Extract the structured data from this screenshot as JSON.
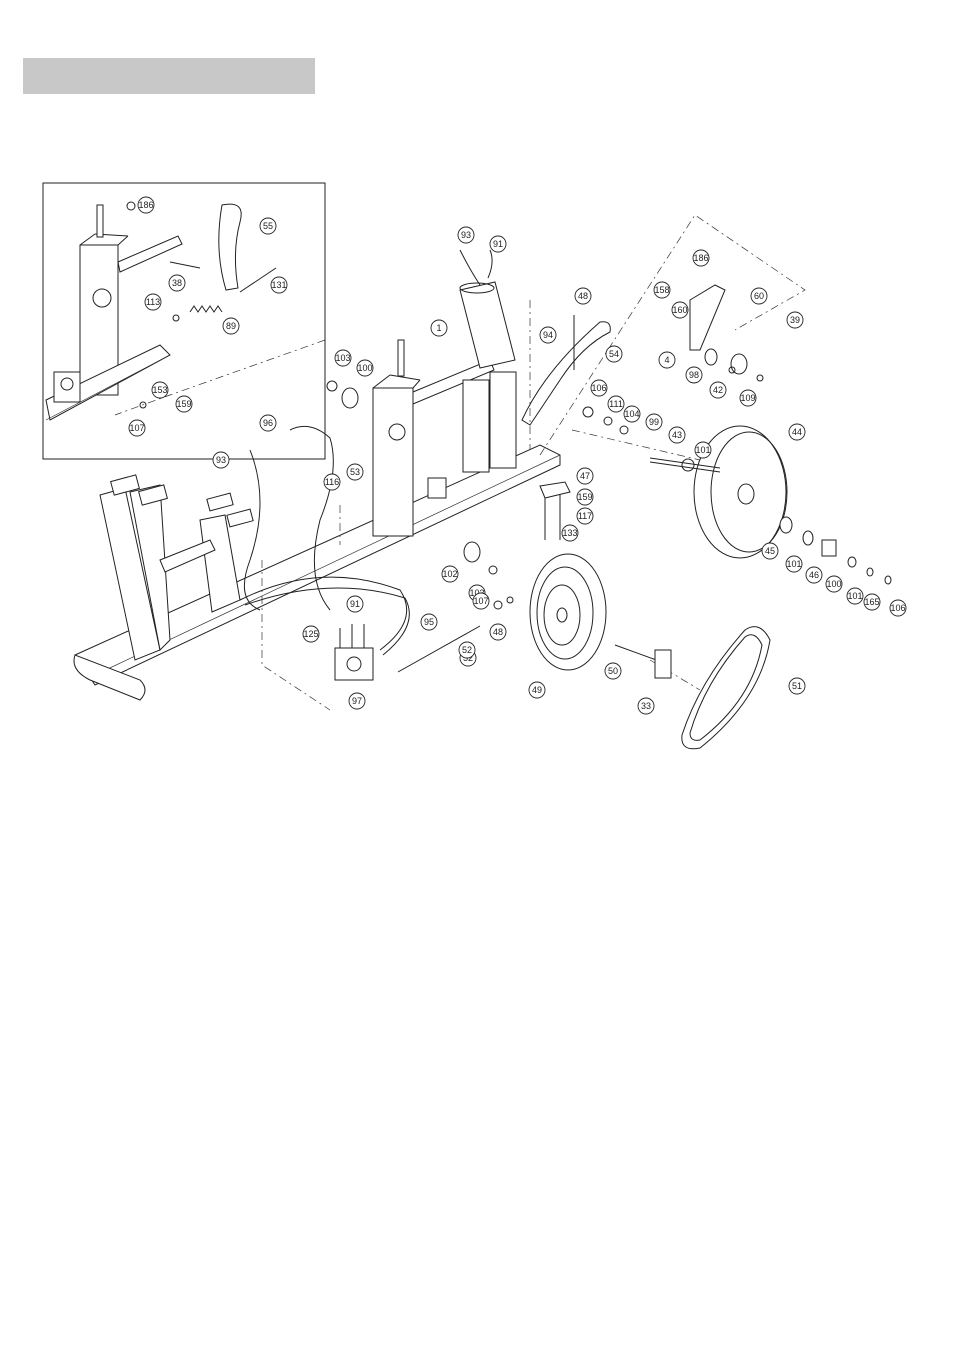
{
  "header": {
    "label": ""
  },
  "callouts": [
    "186",
    "55",
    "38",
    "131",
    "113",
    "89",
    "159",
    "153",
    "107",
    "93",
    "91",
    "1",
    "103",
    "100",
    "94",
    "54",
    "96",
    "52",
    "93",
    "53",
    "116",
    "48",
    "186",
    "158",
    "160",
    "60",
    "39",
    "4",
    "98",
    "42",
    "109",
    "106",
    "111",
    "104",
    "99",
    "43",
    "101",
    "44",
    "47",
    "159",
    "117",
    "133",
    "102",
    "103",
    "107",
    "48",
    "49",
    "91",
    "95",
    "125",
    "97",
    "52",
    "50",
    "33",
    "51",
    "45",
    "101",
    "46",
    "100",
    "101",
    "165",
    "106"
  ]
}
